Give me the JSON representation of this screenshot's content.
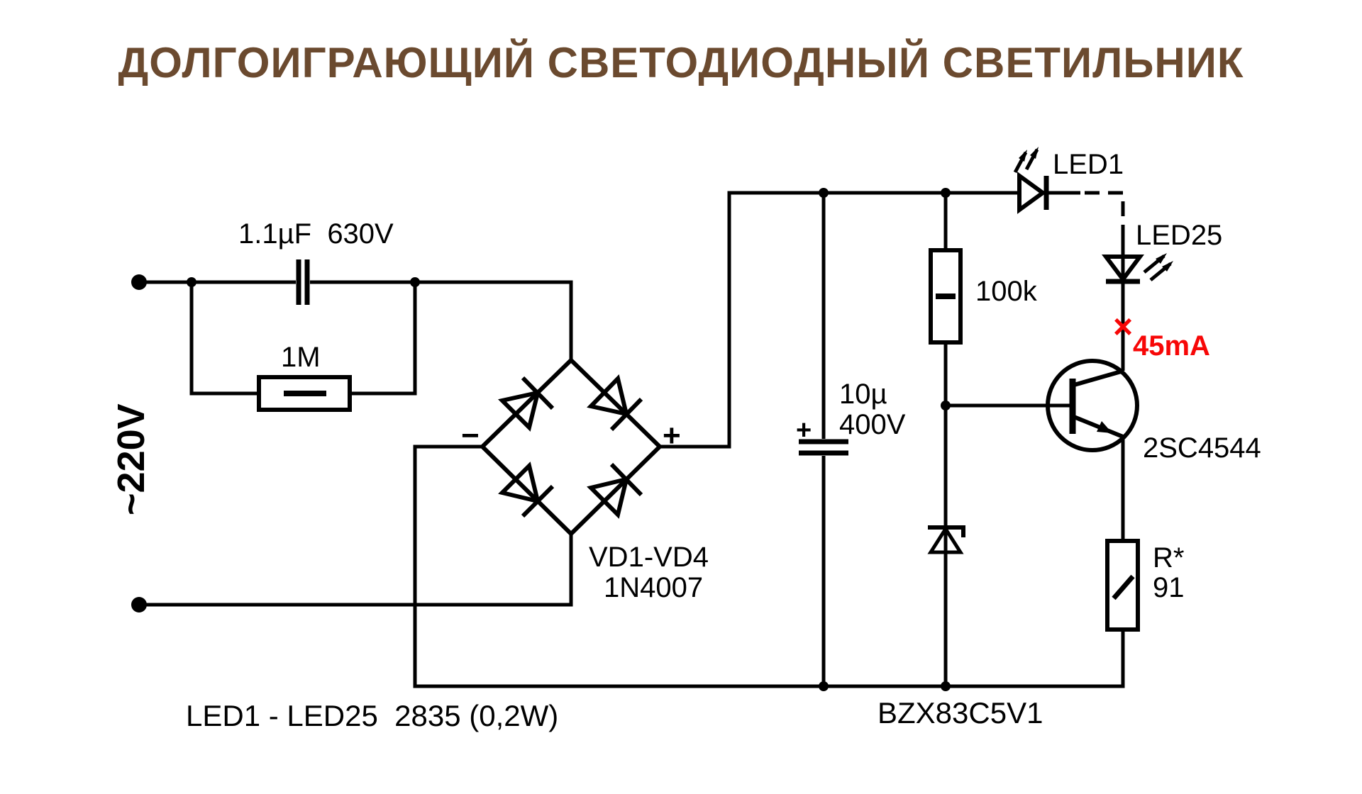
{
  "title": "ДОЛГОИГРАЮЩИЙ СВЕТОДИОДНЫЙ СВЕТИЛЬНИК",
  "colors": {
    "background": "#ffffff",
    "line": "#000000",
    "title": "#6b4a2f",
    "annotation": "#f70707"
  },
  "power_input": {
    "voltage": "~220V"
  },
  "components": {
    "input_capacitor": {
      "label": "1.1µF  630V"
    },
    "discharge_resistor": {
      "label": "1M"
    },
    "bridge": {
      "minus": "−",
      "plus": "+",
      "designator": "VD1-VD4",
      "part": "1N4007"
    },
    "filter_capacitor": {
      "capacitance": "10µ",
      "voltage": "400V",
      "polarity": "+"
    },
    "base_resistor": {
      "label": "100k"
    },
    "zener_diode": {
      "part": "BZX83C5V1"
    },
    "transistor": {
      "part": "2SC4544"
    },
    "emitter_resistor": {
      "designator": "R*",
      "value": "91"
    },
    "led_first": {
      "label": "LED1"
    },
    "led_last": {
      "label": "LED25"
    }
  },
  "annotations": {
    "break_marker": "×",
    "led_current": "45mA"
  },
  "notes": {
    "led_spec": "LED1 - LED25  2835 (0,2W)"
  }
}
